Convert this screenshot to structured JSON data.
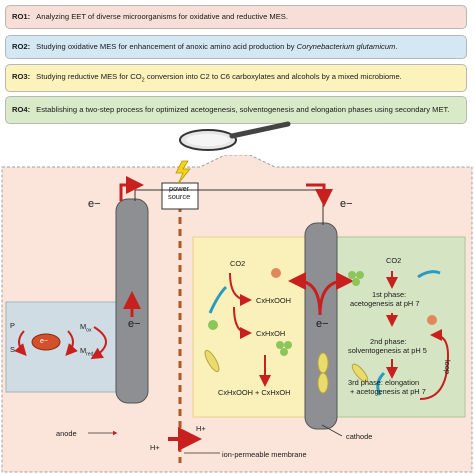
{
  "objectives": [
    {
      "id": "RO1:",
      "text": "Analyzing EET of diverse microorganisms for oxidative and reductive MES."
    },
    {
      "id": "RO2:",
      "text_plain": "Studying oxidative MES for enhancement of anoxic amino acid production by ",
      "text_italic": "Corynebacterium glutamicum",
      "text_end": "."
    },
    {
      "id": "RO3:",
      "text_a": "Studying reductive MES for CO",
      "text_sub": "2",
      "text_b": " conversion into C2 to C6 carboxylates and alcohols by a mixed microbiome."
    },
    {
      "id": "RO4:",
      "text": "Establishing a two-step process for optimized acetogenesis, solventogenesis and elongation phases using secondary MET."
    }
  ],
  "power_source": "power\nsource",
  "labels": {
    "e_minus": "e−",
    "p": "P",
    "s": "S",
    "m_ox": "M",
    "m_ox_sub": "ox",
    "m_red": "M",
    "m_red_sub": "red",
    "h_plus": "H+",
    "anode": "anode",
    "cathode": "cathode",
    "membrane": "ion-permeable membrane",
    "co2": "CO2",
    "cxhxooh": "CxHxOOH",
    "cxhxoh": "CxHxOH",
    "mix": "CxHxOOH + CxHxOH",
    "phase1a": "1st phase:",
    "phase1b": "acetogenesis at pH 7",
    "phase2a": "2nd phase:",
    "phase2b": "solventogenesis at pH 5",
    "phase3a": "3rd phase: elongation",
    "phase3b": "+ acetogenesis at pH 7",
    "loop": "loop"
  },
  "colors": {
    "red": "#c8201e",
    "electrode": "#8d8f92",
    "bg_scene": "#fbe4d9",
    "bg_blue": "#cfdce4",
    "bg_yellow": "#faf0b9",
    "bg_green": "#d5e5c4"
  }
}
